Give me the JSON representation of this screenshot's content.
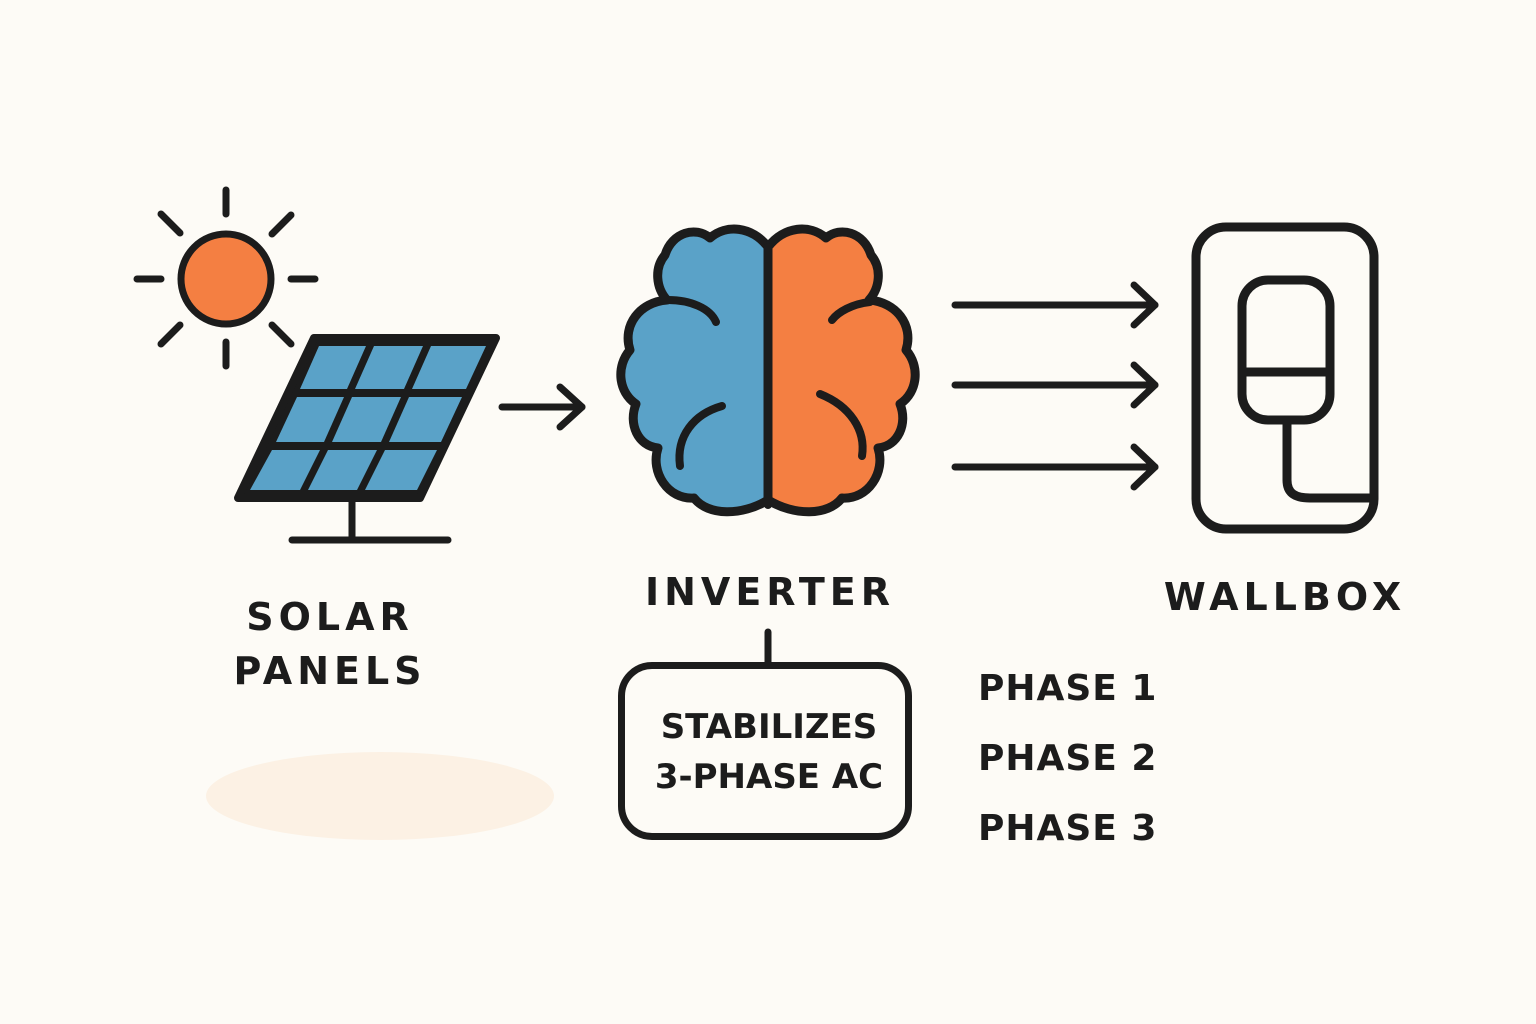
{
  "nodes": {
    "solar": {
      "line1": "SOLAR",
      "line2": "PANELS"
    },
    "inverter": {
      "label": "INVERTER"
    },
    "wallbox": {
      "label": "WALLBOX"
    }
  },
  "note": {
    "line1": "STABILIZES",
    "line2": "3-PHASE AC"
  },
  "phases": [
    "PHASE 1",
    "PHASE 2",
    "PHASE 3"
  ],
  "colors": {
    "stroke": "#1c1c1c",
    "panel_blue": "#5aa2c8",
    "brain_blue": "#5aa2c8",
    "brain_orange": "#f47f42",
    "sun_orange": "#f47f42",
    "background": "#fdfbf6"
  }
}
